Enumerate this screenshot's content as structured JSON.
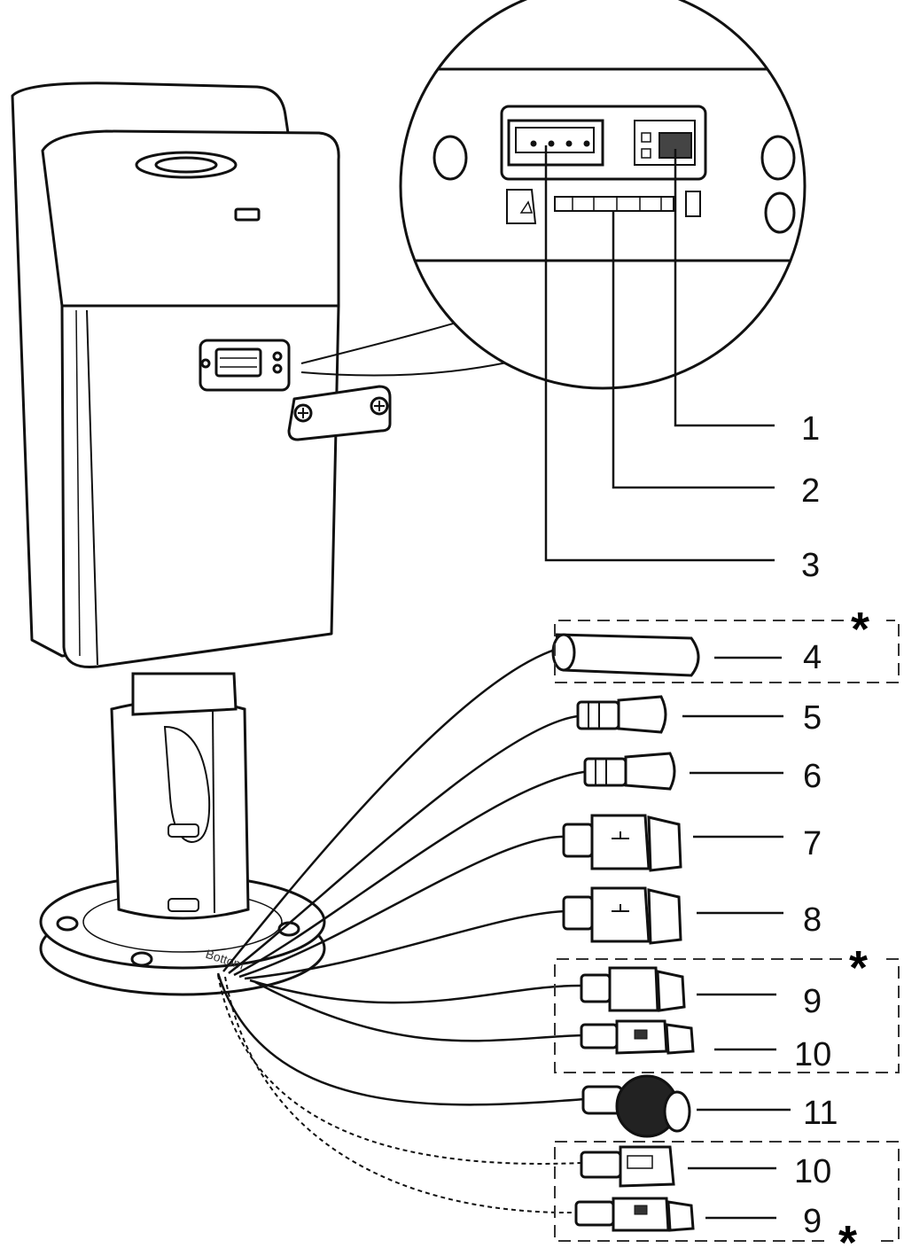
{
  "body_label": "Bottom",
  "callouts": [
    {
      "id": "c1",
      "label": "1"
    },
    {
      "id": "c2",
      "label": "2"
    },
    {
      "id": "c3",
      "label": "3"
    },
    {
      "id": "c4",
      "label": "4"
    },
    {
      "id": "c5",
      "label": "5"
    },
    {
      "id": "c6",
      "label": "6"
    },
    {
      "id": "c7",
      "label": "7"
    },
    {
      "id": "c8",
      "label": "8"
    },
    {
      "id": "c9a",
      "label": "9"
    },
    {
      "id": "c10a",
      "label": "10"
    },
    {
      "id": "c11",
      "label": "11"
    },
    {
      "id": "c10b",
      "label": "10"
    },
    {
      "id": "c9b",
      "label": "9"
    }
  ],
  "optional_marker": "*"
}
